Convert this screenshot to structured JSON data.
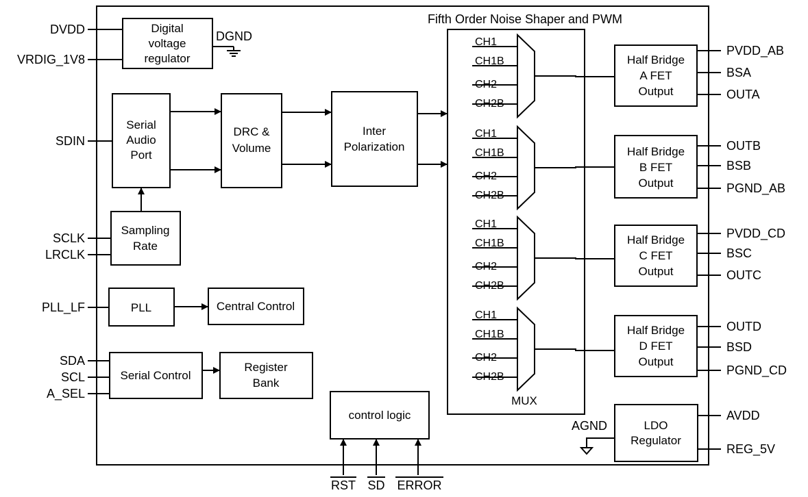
{
  "header": {
    "title": "Fifth Order Noise Shaper and PWM"
  },
  "blocks": {
    "regulator": [
      "Digital",
      "voltage",
      "regulator"
    ],
    "serial_audio_port": [
      "Serial",
      "Audio",
      "Port"
    ],
    "drc_volume": [
      "DRC &",
      "Volume"
    ],
    "inter_polarization": [
      "Inter",
      "Polarization"
    ],
    "sampling_rate": [
      "Sampling",
      "Rate"
    ],
    "pll": [
      "PLL"
    ],
    "central_control": [
      "Central Control"
    ],
    "serial_control": [
      "Serial Control"
    ],
    "register_bank": [
      "Register",
      "Bank"
    ],
    "control_logic": [
      "control logic"
    ],
    "ldo_regulator": [
      "LDO",
      "Regulator"
    ],
    "half_bridge_a": [
      "Half Bridge",
      "A FET",
      "Output"
    ],
    "half_bridge_b": [
      "Half Bridge",
      "B FET",
      "Output"
    ],
    "half_bridge_c": [
      "Half Bridge",
      "C FET",
      "Output"
    ],
    "half_bridge_d": [
      "Half Bridge",
      "D FET",
      "Output"
    ]
  },
  "mux": {
    "label": "MUX",
    "inputs": [
      "CH1",
      "CH1B",
      "CH2",
      "CH2B"
    ]
  },
  "pins": {
    "left": [
      "DVDD",
      "VRDIG_1V8",
      "SDIN",
      "SCLK",
      "LRCLK",
      "PLL_LF",
      "SDA",
      "SCL",
      "A_SEL"
    ],
    "right_a": [
      "PVDD_AB",
      "BSA",
      "OUTA"
    ],
    "right_b": [
      "OUTB",
      "BSB",
      "PGND_AB"
    ],
    "right_c": [
      "PVDD_CD",
      "BSC",
      "OUTC"
    ],
    "right_d": [
      "OUTD",
      "BSD",
      "PGND_CD"
    ],
    "right_ldo": [
      "AVDD",
      "REG_5V"
    ],
    "bottom": [
      "RST",
      "SD",
      "ERROR"
    ]
  },
  "grounds": {
    "digital": "DGND",
    "analog": "AGND"
  }
}
